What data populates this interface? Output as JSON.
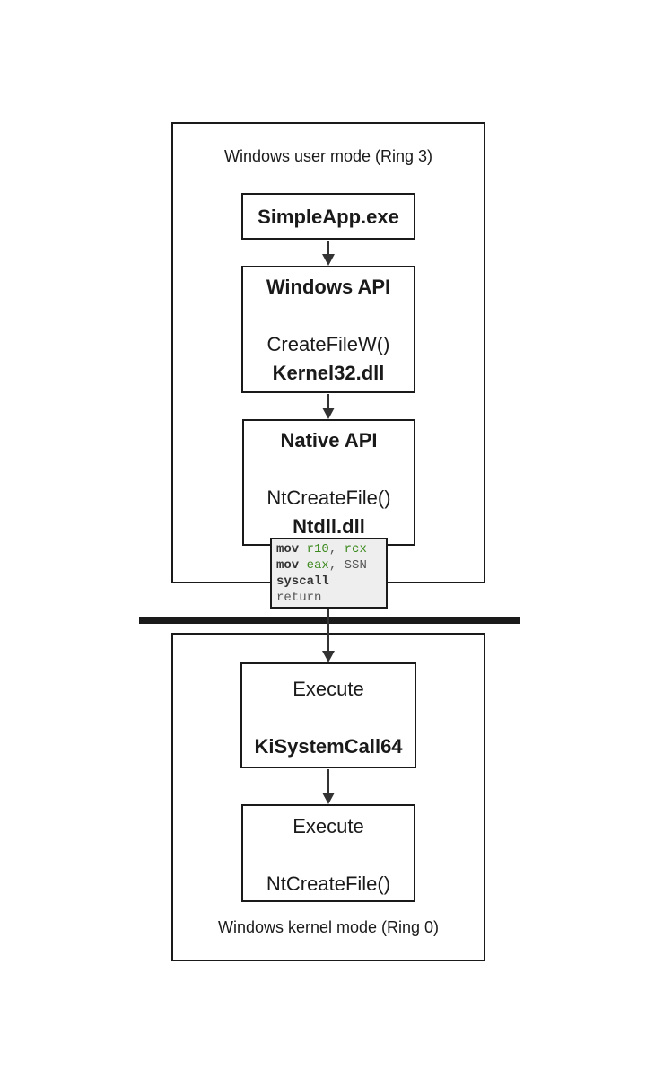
{
  "user_mode": {
    "label": "Windows user mode (Ring 3)",
    "app_box": {
      "title": "SimpleApp.exe"
    },
    "winapi_box": {
      "title": "Windows API",
      "function": "CreateFileW()",
      "dll": "Kernel32.dll"
    },
    "native_box": {
      "title": "Native API",
      "function": "NtCreateFile()",
      "dll": "Ntdll.dll"
    }
  },
  "stub_code": {
    "line1": {
      "op": "mov",
      "a": "r10",
      "sep": ", ",
      "b": "rcx"
    },
    "line2": {
      "op": "mov",
      "a": "eax",
      "sep": ", ",
      "b": "SSN"
    },
    "line3": "syscall",
    "line4": "return"
  },
  "kernel_mode": {
    "label": "Windows kernel mode (Ring 0)",
    "syscall_box": {
      "title": "Execute",
      "name": "KiSystemCall64"
    },
    "exec_box": {
      "title": "Execute",
      "name": "NtCreateFile()"
    }
  },
  "colors": {
    "line": "#1a1a1a",
    "register": "#3c8a1e",
    "code_bg": "#eeeeee"
  }
}
